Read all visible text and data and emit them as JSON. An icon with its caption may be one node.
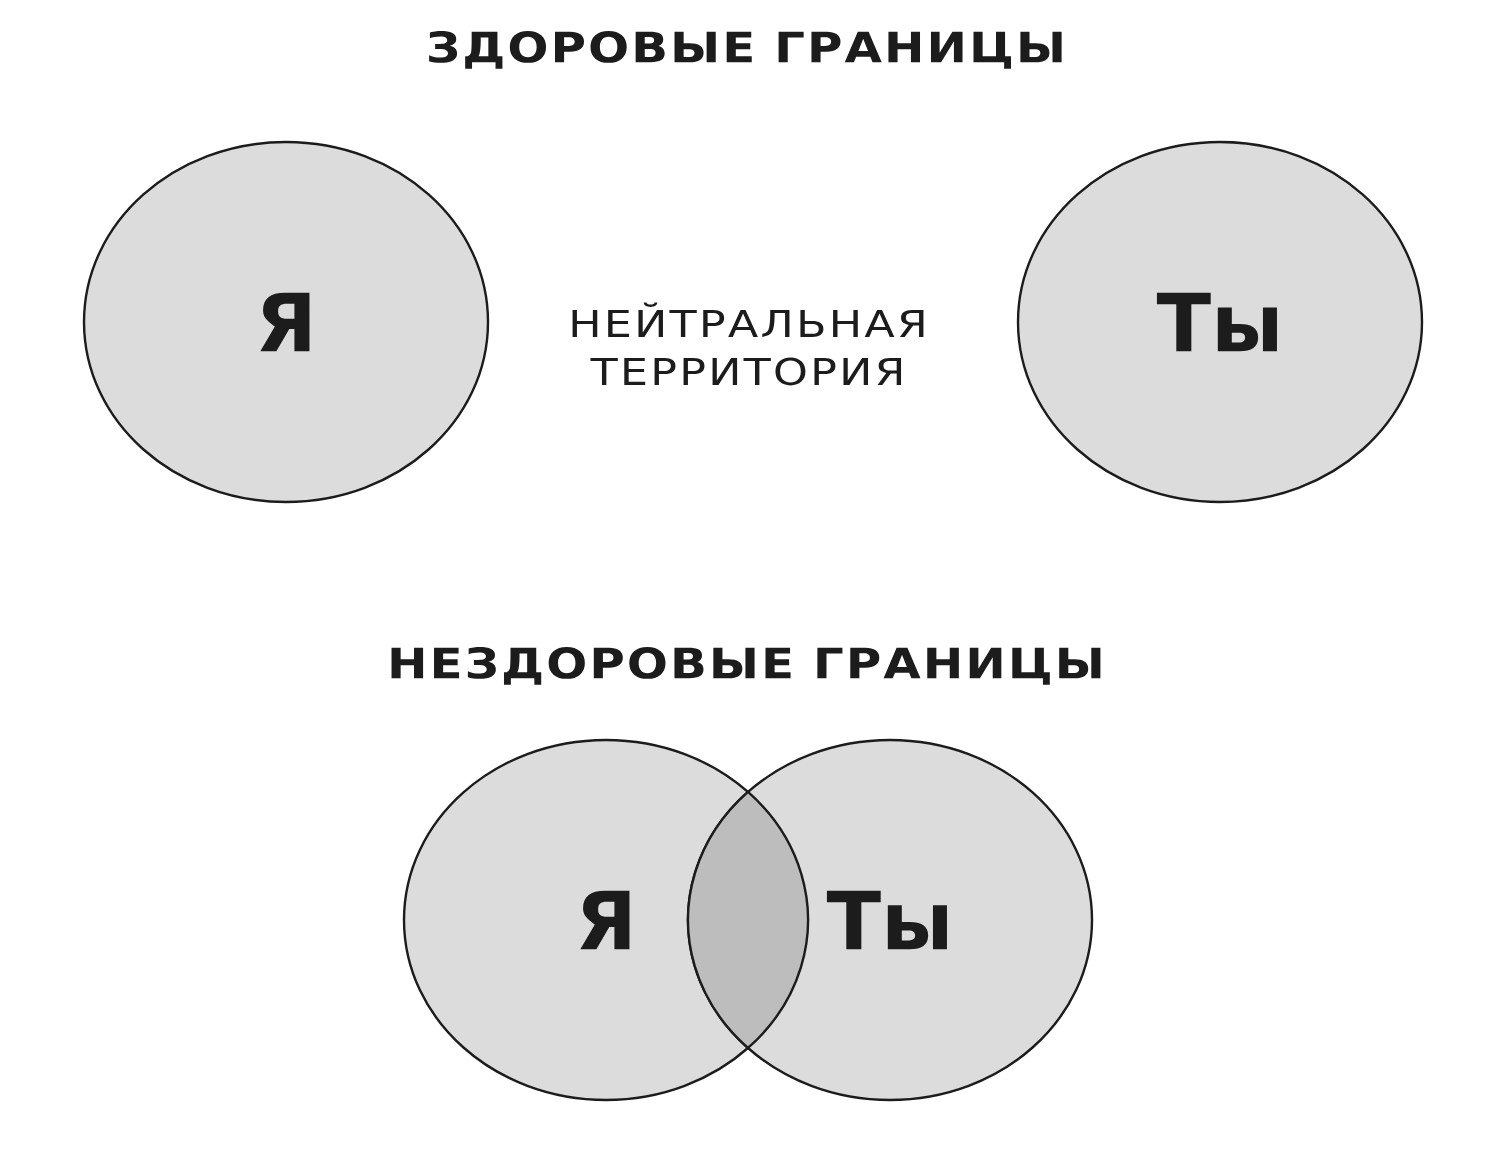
{
  "diagram": {
    "nodes": [
      {
        "text": [
          "Я"
        ]
      },
      {
        "text": [
          "Ты"
        ]
      },
      {
        "text": [
          "Я"
        ]
      },
      {
        "text": [
          "Ты"
        ]
      },
      {
        "text": [],
        "shape": "lens"
      }
    ],
    "labels": [
      "ЗДОРОВЫЕ ГРАНИЦЫ",
      "НЕЙТРАЛЬНАЯ ТЕРРИТОРИЯ",
      "НЕЗДОРОВЫЕ ГРАНИЦЫ"
    ]
  }
}
